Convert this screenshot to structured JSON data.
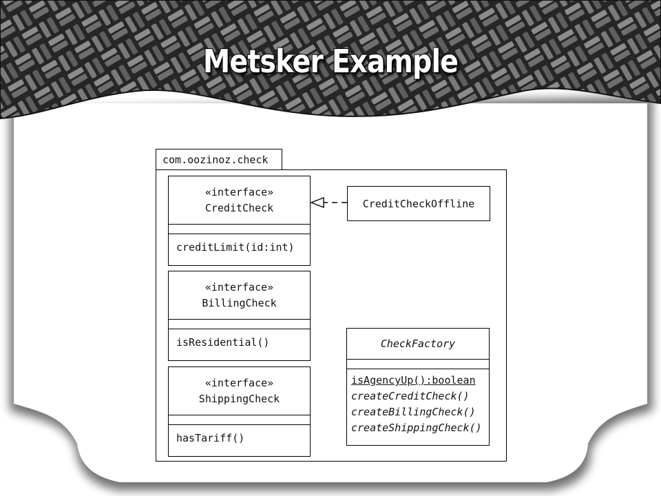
{
  "slide": {
    "title": "Metsker Example"
  },
  "diagram": {
    "package_name": "com.oozinoz.check",
    "interfaces": [
      {
        "stereotype": "«interface»",
        "name": "CreditCheck",
        "operation": "creditLimit(id:int)"
      },
      {
        "stereotype": "«interface»",
        "name": "BillingCheck",
        "operation": "isResidential()"
      },
      {
        "stereotype": "«interface»",
        "name": "ShippingCheck",
        "operation": "hasTariff()"
      }
    ],
    "implementer": {
      "name": "CreditCheckOffline",
      "realizes": "CreditCheck"
    },
    "factory": {
      "name": "CheckFactory",
      "operations": [
        "isAgencyUp():boolean",
        "createCreditCheck()",
        "createBillingCheck()",
        "createShippingCheck()"
      ]
    }
  },
  "colors": {
    "background": "#ffffff",
    "frame_dark": "#1a1a1a",
    "weave_light": "#8a8a8a",
    "line": "#000000"
  }
}
